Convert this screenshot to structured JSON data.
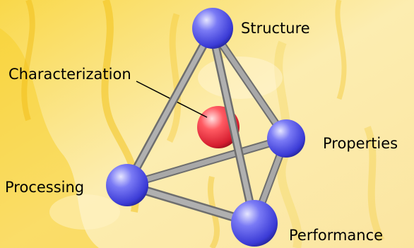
{
  "diagram": {
    "labels": {
      "structure": "Structure",
      "characterization": "Characterization",
      "properties": "Properties",
      "processing": "Processing",
      "performance": "Performance"
    }
  },
  "colors": {
    "background": "#fbe89a",
    "texture": "#f3c21a",
    "vertex_sphere": "#5050e6",
    "center_sphere": "#e02c3c",
    "edge_rod": "#8f8f8f",
    "text": "#000000"
  }
}
